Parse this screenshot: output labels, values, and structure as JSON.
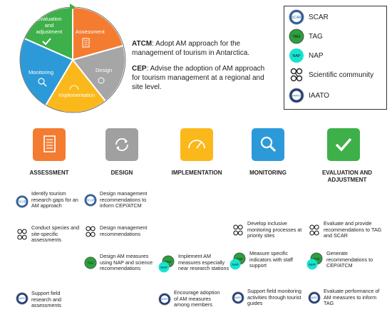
{
  "cycle": {
    "evaluation": "Evaluation and adjustment",
    "assessment": "Assessment",
    "design": "Design",
    "implementation": "Implementation",
    "monitoring": "Monitoring"
  },
  "bodies": {
    "atcm_name": "ATCM",
    "atcm_text": ": Adopt AM approach for the management of tourism in Antarctica.",
    "cep_name": "CEP",
    "cep_text": ": Advise the adoption of AM approach for tourism management at a regional and site level."
  },
  "legend": {
    "items": [
      "SCAR",
      "TAG",
      "NAP",
      "Scientific community",
      "IAATO"
    ]
  },
  "icon_labels": {
    "scar": "SCAR",
    "tag": "TAG",
    "nap": "NAP",
    "iaato": "IAATO"
  },
  "stages": [
    {
      "label": "ASSESSMENT",
      "color": "#f47c30",
      "icon": "checklist-icon"
    },
    {
      "label": "DESIGN",
      "color": "#a0a0a0",
      "icon": "cycle-arrows-icon"
    },
    {
      "label": "IMPLEMENTATION",
      "color": "#fbb81b",
      "icon": "gauge-icon"
    },
    {
      "label": "MONITORING",
      "color": "#2c9ad9",
      "icon": "magnifier-icon"
    },
    {
      "label": "EVALUATION AND ADJUSTMENT",
      "color": "#3db049",
      "icon": "checkmark-icon"
    }
  ],
  "tasks": {
    "assessment": [
      "Identify tourism research gaps for an AM approach",
      "Conduct species and site-specific assessments",
      "Support field research and assessments"
    ],
    "design": [
      "Design management recommendations to inform CEP/ATCM",
      "Design management recommendations",
      "Design AM measures using NAP and science recommendations"
    ],
    "implementation": [
      "Implement AM measures especially near research stations",
      "Encourage adoption of AM measures among members"
    ],
    "monitoring": [
      "Develop inclusive monitoring processes at priority sites",
      "Measure specific indicators with staff support",
      "Support field monitoring activities through tourist guides"
    ],
    "evaluation": [
      "Evaluate and provide recommendations to TAG and SCAR",
      "Generate recommendations to CEP/ATCM",
      "Evaluate performance of AM measures to inform TAG"
    ]
  }
}
